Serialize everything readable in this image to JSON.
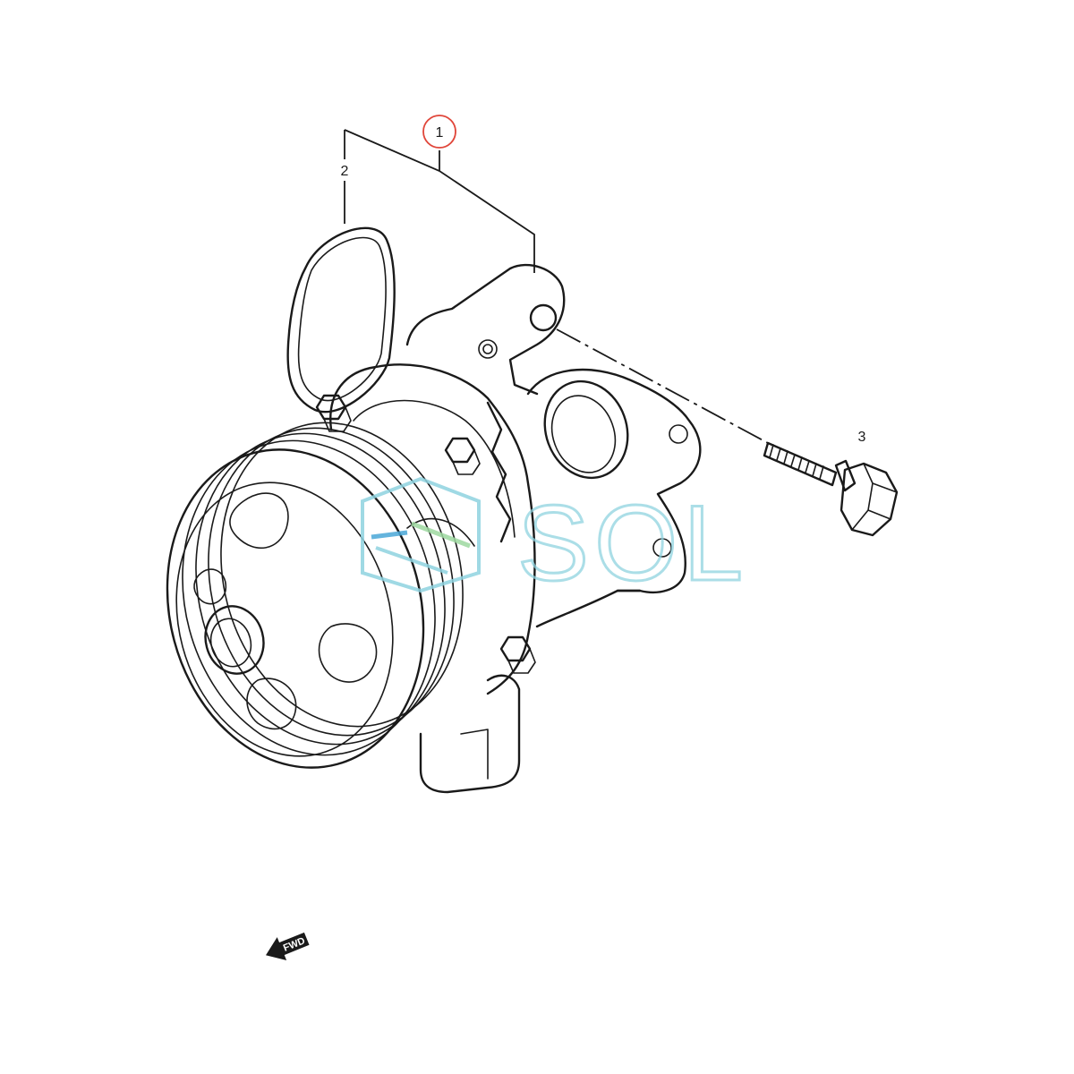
{
  "callouts": {
    "part_1": "1",
    "part_2": "2",
    "part_3": "3"
  },
  "highlight_color": "#e0463a",
  "watermark": {
    "text": "SOL",
    "color": "#8fd3e0"
  },
  "direction_arrow": {
    "label": "FWD"
  }
}
